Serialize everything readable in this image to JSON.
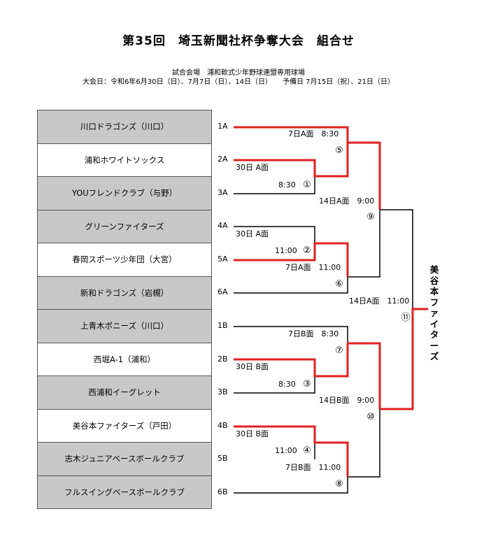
{
  "header": {
    "title": "第35回　埼玉新聞社杯争奪大会　組合せ",
    "venue": "試合会場　浦和軟式少年野球連盟専用球場",
    "dates": "大会日：令和6年6月30日（日）、7月7日（日）、14日（日）　　予備日 7月15日（祝）、21日（日）"
  },
  "teams": [
    {
      "name": "川口ドラゴンズ（川口）",
      "slot": "1A"
    },
    {
      "name": "浦和ホワイトソックス",
      "slot": "2A"
    },
    {
      "name": "YOUフレンドクラブ（与野）",
      "slot": "3A"
    },
    {
      "name": "グリーンファイターズ",
      "slot": "4A"
    },
    {
      "name": "春岡スポーツ少年団（大宮）",
      "slot": "5A"
    },
    {
      "name": "新和ドラゴンズ（岩槻）",
      "slot": "6A"
    },
    {
      "name": "上青木ポニーズ（川口）",
      "slot": "1B"
    },
    {
      "name": "西堀A-1（浦和）",
      "slot": "2B"
    },
    {
      "name": "西浦和イーグレット",
      "slot": "3B"
    },
    {
      "name": "美谷本ファイターズ（戸田）",
      "slot": "4B"
    },
    {
      "name": "志木ジュニアベースボールクラブ",
      "slot": "5B"
    },
    {
      "name": "フルスイングベースボールクラブ",
      "slot": "6B"
    }
  ],
  "games": [
    {
      "label": "30日 A面",
      "time": "8:30",
      "num": "①"
    },
    {
      "label": "30日 A面",
      "time": "11:00",
      "num": "②"
    },
    {
      "label": "30日 B面",
      "time": "8:30",
      "num": "③"
    },
    {
      "label": "30日 B面",
      "time": "11:00",
      "num": "④"
    },
    {
      "schedule": "7日A面　8:30",
      "num": "⑤"
    },
    {
      "schedule": "7日A面　11:00",
      "num": "⑥"
    },
    {
      "schedule": "7日B面　8:30",
      "num": "⑦"
    },
    {
      "schedule": "7日B面　11:00",
      "num": "⑧"
    },
    {
      "schedule": "14日A面　9:00",
      "num": "⑨"
    },
    {
      "schedule": "14日B面　9:00",
      "num": "⑩"
    },
    {
      "schedule": "14日A面　11:00",
      "num": "⑪"
    }
  ],
  "champion": "美谷本ファイターズ",
  "colors": {
    "winner_line": "#e02020",
    "line": "#000000",
    "cell_gray": "#c8c8c8"
  }
}
